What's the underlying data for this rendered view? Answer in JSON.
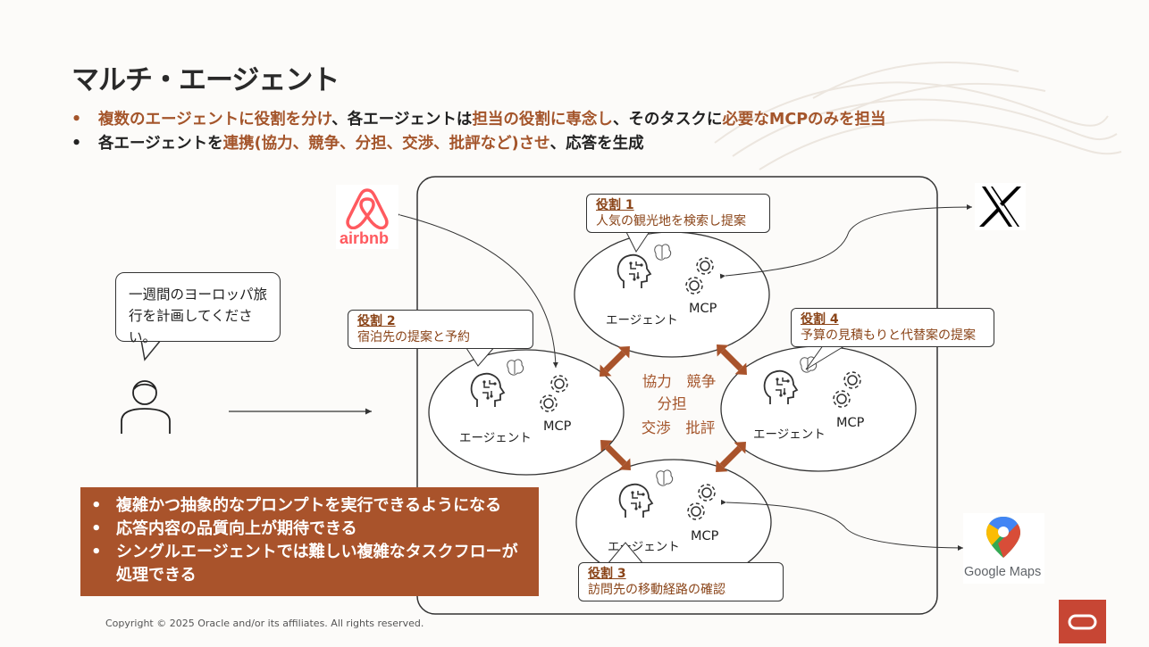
{
  "title": "マルチ・エージェント",
  "bullets": [
    {
      "segments": [
        {
          "t": "複数のエージェントに役割を分け",
          "h": true
        },
        {
          "t": "、各エージェントは",
          "h": false
        },
        {
          "t": "担当の役割に専念し",
          "h": true
        },
        {
          "t": "、そのタスクに",
          "h": false
        },
        {
          "t": "必要なMCPのみを担当",
          "h": true
        }
      ],
      "dot_color": "#a4552b"
    },
    {
      "segments": [
        {
          "t": "各エージェントを",
          "h": false
        },
        {
          "t": "連携(協力、競争、分担、交渉、批評など)させ",
          "h": true
        },
        {
          "t": "、応答を生成",
          "h": false
        }
      ],
      "dot_color": "#222222"
    }
  ],
  "user_request": [
    "一週間のヨーロッパ旅",
    "行を計画してください。"
  ],
  "agents": [
    {
      "agent_label": "エージェント",
      "mcp_label": "MCP"
    },
    {
      "agent_label": "エージェント",
      "mcp_label": "MCP"
    },
    {
      "agent_label": "エージェント",
      "mcp_label": "MCP"
    },
    {
      "agent_label": "エージェント",
      "mcp_label": "MCP"
    }
  ],
  "roles": [
    {
      "title": "役割 1",
      "desc": "人気の観光地を検索し提案"
    },
    {
      "title": "役割 2",
      "desc": "宿泊先の提案と予約"
    },
    {
      "title": "役割 3",
      "desc": "訪問先の移動経路の確認"
    },
    {
      "title": "役割 4",
      "desc": "予算の見積もりと代替案の提案"
    }
  ],
  "center_words": {
    "line1": "協力　競争",
    "line2": "分担",
    "line3": "交渉　批評"
  },
  "services": {
    "airbnb": "airbnb",
    "x": "X",
    "google_maps": "Google Maps"
  },
  "summary": [
    "複雑かつ抽象的なプロンプトを実行できるようになる",
    "応答内容の品質向上が期待できる",
    "シングルエージェントでは難しい複雑なタスクフローが処理できる"
  ],
  "copyright": "Copyright © 2025 Oracle and/or its affiliates. All rights reserved.",
  "colors": {
    "accent": "#a4552b",
    "arrow": "#a9532b",
    "oracle_red": "#c74634",
    "summary_bg": "#a9532b"
  }
}
